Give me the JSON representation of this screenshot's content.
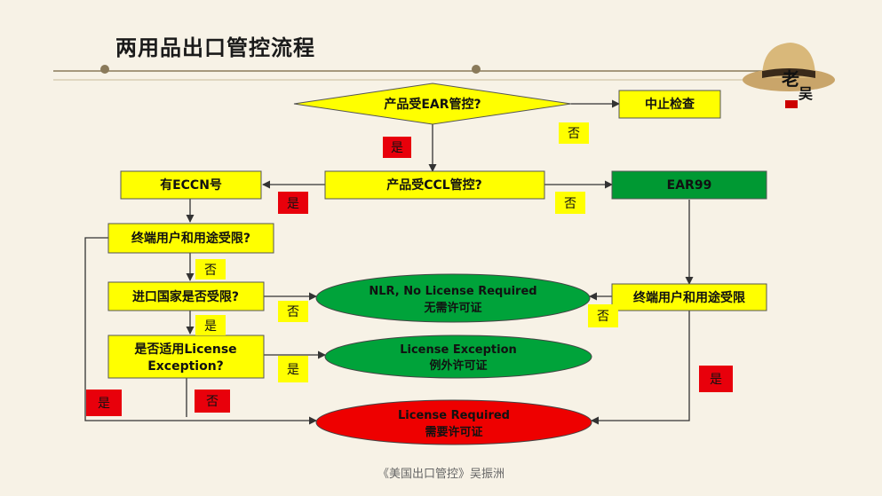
{
  "slide": {
    "title": "两用品出口管控流程",
    "footer": "《美国出口管控》吴振洲",
    "logo_glyphs": [
      "老",
      "吴"
    ]
  },
  "flow": {
    "q_ear": "产品受EAR管控?",
    "stop_check": "中止检查",
    "q_ccl": "产品受CCL管控?",
    "has_eccn": "有ECCN号",
    "ear99": "EAR99",
    "q_end_user": "终端用户和用途受限?",
    "q_country": "进口国家是否受限?",
    "q_license_exc_line1": "是否适用License",
    "q_license_exc_line2": "Exception?",
    "end_user_right": "终端用户和用途受限",
    "nlr_line1": "NLR, No License Required",
    "nlr_line2": "无需许可证",
    "le_line1": "License Exception",
    "le_line2": "例外许可证",
    "lr_line1": "License Required",
    "lr_line2": "需要许可证"
  },
  "labels": {
    "yes": "是",
    "no": "否"
  },
  "colors": {
    "yellow": "#ffff00",
    "green": "#009933",
    "red": "#ee0000",
    "label_red": "#e8000b",
    "label_yellow": "#ffff00"
  }
}
